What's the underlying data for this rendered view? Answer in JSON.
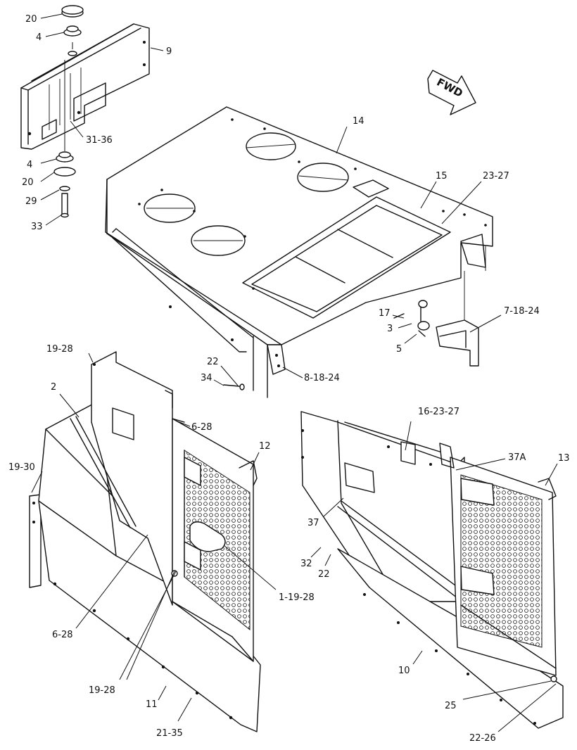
{
  "direction_arrow": {
    "text": "FWD"
  },
  "callouts": {
    "c20a": "20",
    "c4a": "4",
    "c9": "9",
    "c3136": "31-36",
    "c4b": "4",
    "c20b": "20",
    "c29": "29",
    "c33": "33",
    "c14": "14",
    "c15": "15",
    "c2327": "23-27",
    "c17": "17",
    "c3": "3",
    "c5": "5",
    "c71824": "7-18-24",
    "c1928a": "19-28",
    "c2": "2",
    "c22a": "22",
    "c34": "34",
    "c81824": "8-18-24",
    "c628a": "6-28",
    "c12": "12",
    "c1930": "19-30",
    "c11928": "1-19-28",
    "c628b": "6-28",
    "c1928b": "19-28",
    "c11": "11",
    "c2135": "21-35",
    "c162327": "16-23-27",
    "c37a": "37A",
    "c13": "13",
    "c37": "37",
    "c32": "32",
    "c22b": "22",
    "c10": "10",
    "c25": "25",
    "c2226": "22-26"
  }
}
